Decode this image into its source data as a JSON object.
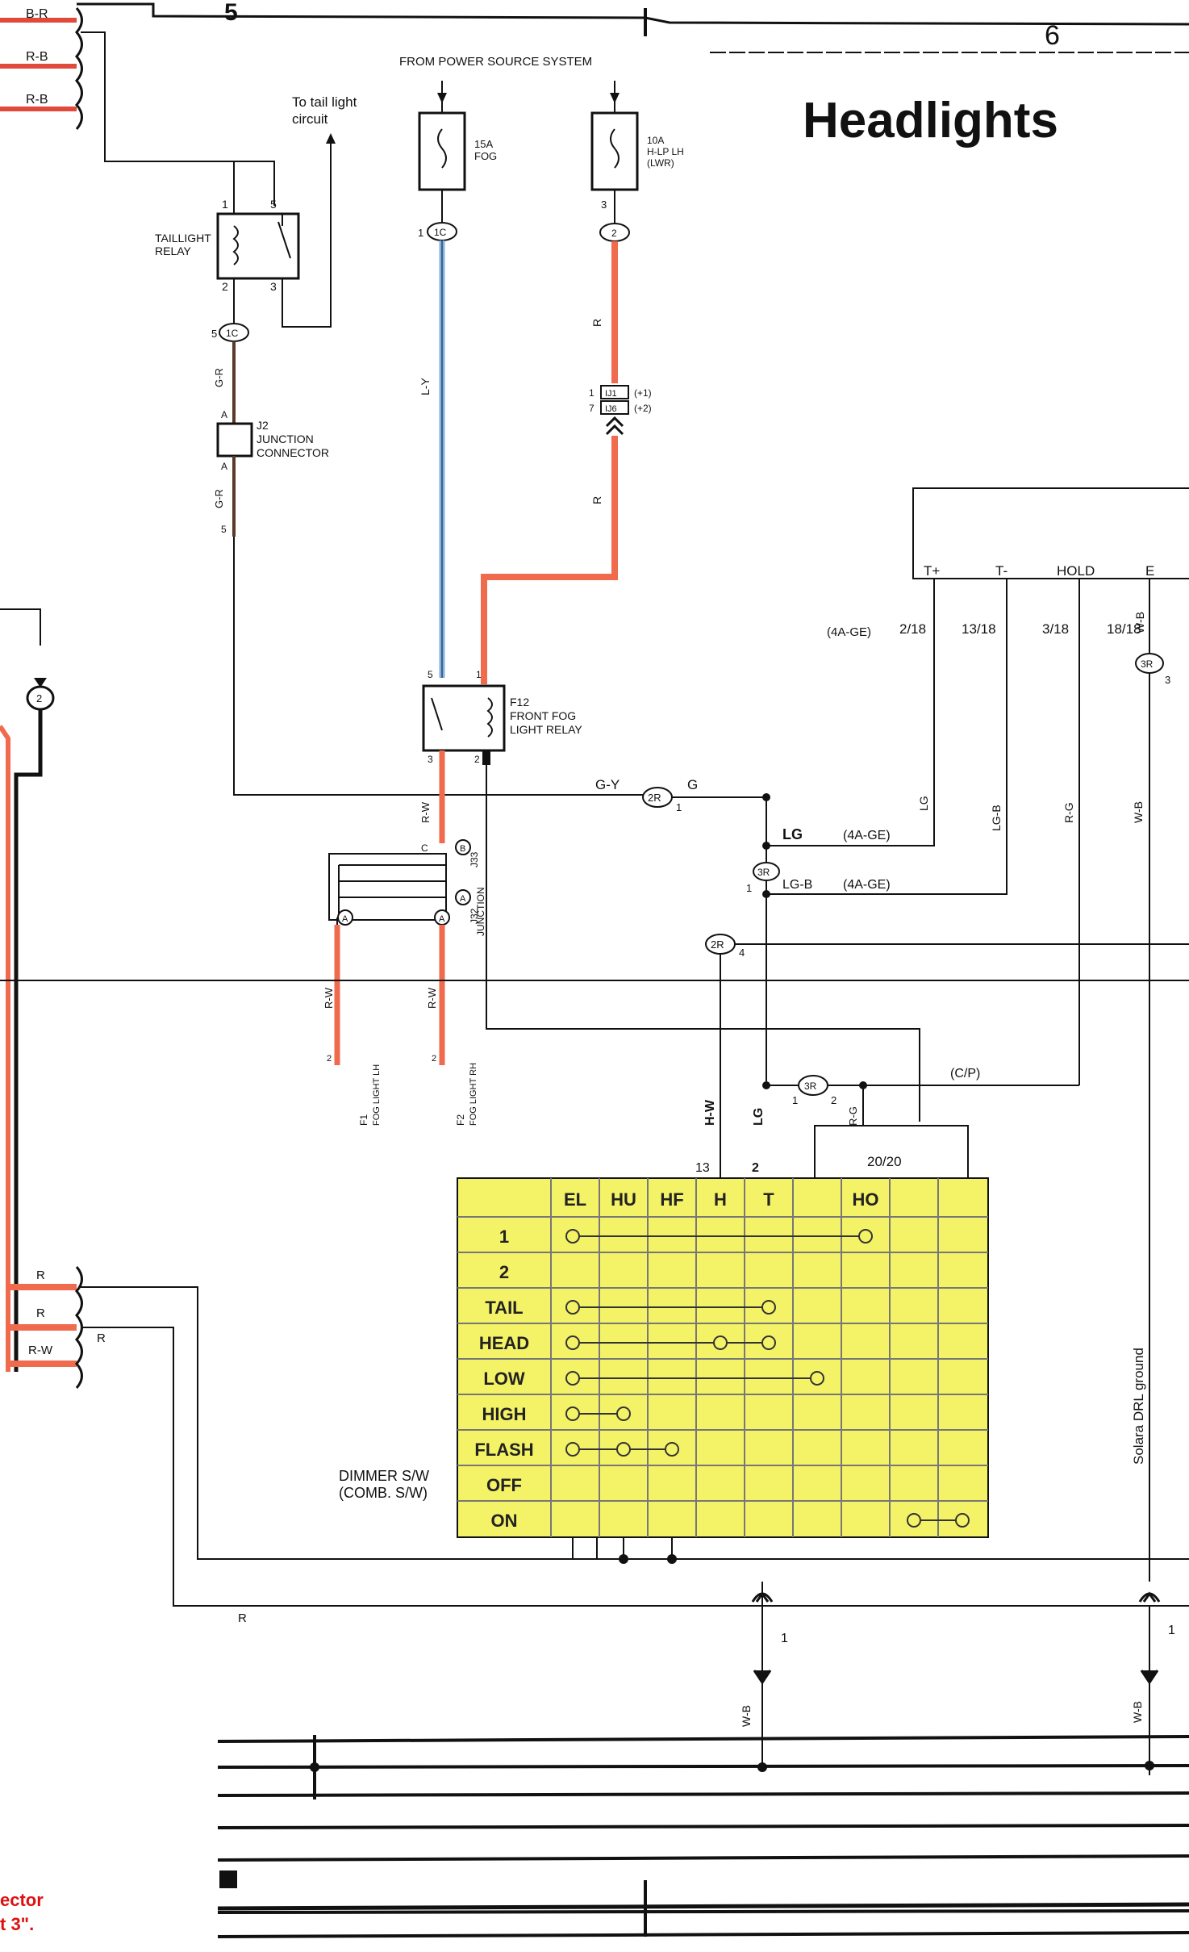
{
  "title": "Headlights",
  "page_number": "6",
  "page_marker": "5",
  "top_left_wires": [
    "B-R",
    "R-B",
    "R-B"
  ],
  "left_bottom_wires": [
    "R",
    "R",
    "R-W"
  ],
  "left_bottom_wire_right": "R",
  "power_source_label": "FROM POWER SOURCE SYSTEM",
  "tail_light_note": [
    "To tail light",
    "circuit"
  ],
  "taillight_relay": {
    "name": [
      "TAILLIGHT",
      "RELAY"
    ],
    "pins": [
      "1",
      "5",
      "2",
      "3"
    ],
    "connector": "1C",
    "connector_pin": "5"
  },
  "fuse_fog": {
    "rating": "15A",
    "name": "FOG",
    "connector": "1C",
    "pin": "1"
  },
  "fuse_hlp": {
    "rating": "10A",
    "name": [
      "H-LP LH",
      "(LWR)"
    ],
    "connector": "2",
    "pin": "3"
  },
  "junction_j2": {
    "name": [
      "J2",
      "JUNCTION",
      "CONNECTOR"
    ],
    "pins": [
      "A",
      "A",
      "5"
    ]
  },
  "wire_gr": "G-R",
  "wire_ly": "L-Y",
  "wire_r": "R",
  "connector_ij": {
    "rows": [
      {
        "pin": "1",
        "id": "IJ1",
        "label": "(+1)"
      },
      {
        "pin": "7",
        "id": "IJ6",
        "label": "(+2)"
      }
    ]
  },
  "fog_relay": {
    "name": [
      "F12",
      "FRONT FOG",
      "LIGHT RELAY"
    ],
    "pins": [
      "5",
      "1",
      "3",
      "2"
    ]
  },
  "junction_j32": {
    "labels": [
      "J33",
      "J32",
      "JUNCTION"
    ],
    "pins": [
      "C",
      "B",
      "A",
      "A",
      "A"
    ]
  },
  "wire_rw": "R-W",
  "fog_light_lh": {
    "id": "F1",
    "name": "FOG LIGHT LH",
    "pin": "2"
  },
  "fog_light_rh": {
    "id": "F2",
    "name": "FOG LIGHT RH",
    "pin": "2"
  },
  "ecu_box": {
    "terminals": [
      "T+",
      "T-",
      "HOLD",
      "E"
    ],
    "fractions": [
      "2/18",
      "13/18",
      "3/18",
      "18/18"
    ],
    "prefix": "(4A-GE)"
  },
  "ecu_wires": [
    "LG",
    "LG-B",
    "R-G",
    "W-B"
  ],
  "connector_3r_right": {
    "id": "3R",
    "pin": "3"
  },
  "wire_gy": "G-Y",
  "wire_g": "G",
  "connector_2r": {
    "id": "2R",
    "pin": "1"
  },
  "connector_2r_b": {
    "id": "2R",
    "pin": "4"
  },
  "connector_2_left": "2",
  "junction_lg": {
    "label": "LG",
    "note": "(4A-GE)"
  },
  "junction_lgb": {
    "id": "3R",
    "pin": "1",
    "label": "LG-B",
    "note": "(4A-GE)"
  },
  "connector_3r_cp": {
    "id": "3R",
    "pins": [
      "1",
      "2"
    ],
    "label": "(C/P)"
  },
  "vertical_wire_labels": [
    "H-W",
    "LG",
    "R-G"
  ],
  "switch_pins": [
    "13",
    "2",
    "20/20"
  ],
  "switch_table": {
    "headers": [
      "EL",
      "HU",
      "HF",
      "H",
      "T",
      "",
      "HO",
      "",
      ""
    ],
    "rows": [
      "1",
      "2",
      "TAIL",
      "HEAD",
      "LOW",
      "HIGH",
      "FLASH",
      "OFF",
      "ON"
    ]
  },
  "dimmer_label": [
    "DIMMER S/W",
    "(COMB. S/W)"
  ],
  "drl_ground_label": "Solara DRL ground",
  "ground_labels": {
    "wb_left": "W-B",
    "wb_right": "W-B",
    "pin_left": "1",
    "pin_right": "1",
    "r_bottom": "R"
  },
  "bottom_red_note": [
    "ector",
    "t 3\"."
  ],
  "colors": {
    "red_wire": "#f06a4e",
    "blue_wire": "#7fb3e6",
    "yellow_table": "#f4f266",
    "black": "#111111",
    "annotation_red": "#dd1111"
  }
}
